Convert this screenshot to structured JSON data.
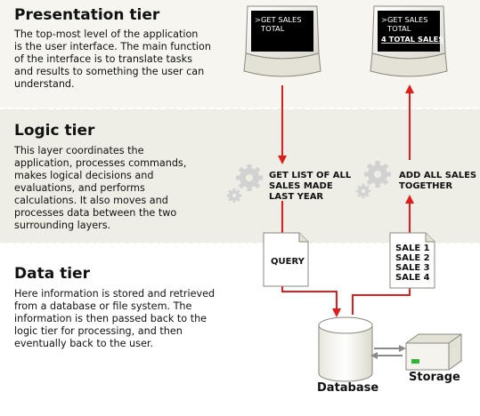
{
  "tiers": {
    "presentation": {
      "title": "Presentation tier",
      "lines": [
        "The top-most level of the application",
        "is the user interface. The main function",
        "of the interface is to translate tasks",
        "and results to something the user can",
        "understand."
      ]
    },
    "logic": {
      "title": "Logic tier",
      "lines": [
        "This layer coordinates the",
        "application, processes commands,",
        "makes logical decisions and",
        "evaluations, and performs",
        "calculations.  It also moves and",
        "processes data between the two",
        "surrounding layers."
      ]
    },
    "data": {
      "title": "Data tier",
      "lines": [
        "Here information is stored and retrieved",
        "from a database or file system.  The",
        "information is then passed back to the",
        "logic tier for processing, and then",
        "eventually back to the user."
      ]
    }
  },
  "monitors": {
    "left": {
      "lines": [
        ">GET SALES",
        "TOTAL"
      ]
    },
    "right": {
      "lines": [
        ">GET SALES",
        "TOTAL"
      ],
      "result": "4 TOTAL SALES"
    }
  },
  "logic_labels": {
    "left": [
      "GET LIST OF ALL",
      "SALES MADE",
      "LAST YEAR"
    ],
    "right": [
      "ADD ALL SALES",
      "TOGETHER"
    ]
  },
  "documents": {
    "query": "QUERY",
    "sales": [
      "SALE 1",
      "SALE 2",
      "SALE 3",
      "SALE 4"
    ]
  },
  "storage": {
    "database": "Database",
    "storage": "Storage"
  },
  "colors": {
    "band": "#eeede6",
    "arrow": "#e21b1b",
    "screen": "#000000",
    "gear": "#cfcfcf"
  }
}
